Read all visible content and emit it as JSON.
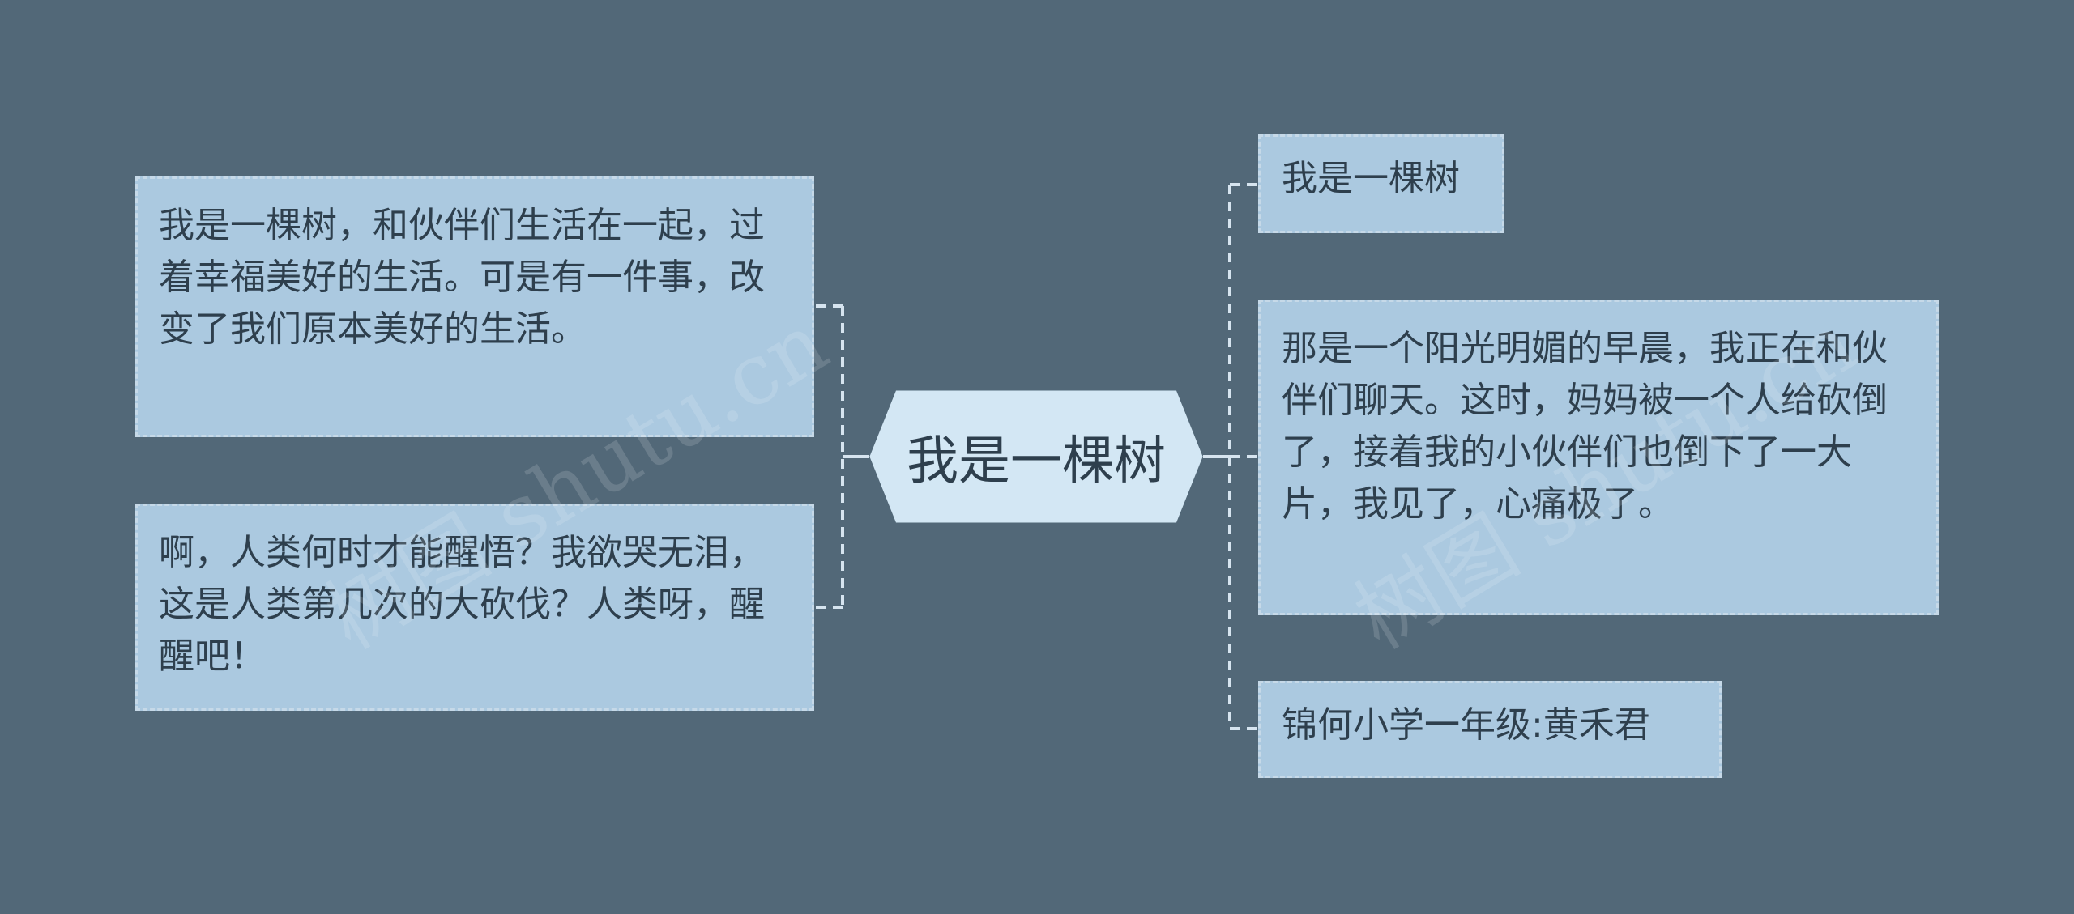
{
  "root": {
    "label": "我是一棵树"
  },
  "left_nodes": [
    "我是一棵树，和伙伴们生活在一起，过着幸福美好的生活。可是有一件事，改变了我们原本美好的生活。",
    "啊，人类何时才能醒悟？我欲哭无泪，这是人类第几次的大砍伐？人类呀，醒醒吧！"
  ],
  "right_nodes": [
    "我是一棵树",
    "那是一个阳光明媚的早晨，我正在和伙伴们聊天。这时，妈妈被一个人给砍倒了，接着我的小伙伴们也倒下了一大片，我见了，心痛极了。",
    "锦何小学一年级:黄禾君"
  ],
  "watermark": "树图 shutu.cn",
  "colors": {
    "background": "#526878",
    "node_fill": "#abc9e0",
    "node_border": "#c6d9e8",
    "root_fill": "#d3e7f4",
    "text": "#2e3f4d",
    "connector": "#d6e4ef"
  }
}
